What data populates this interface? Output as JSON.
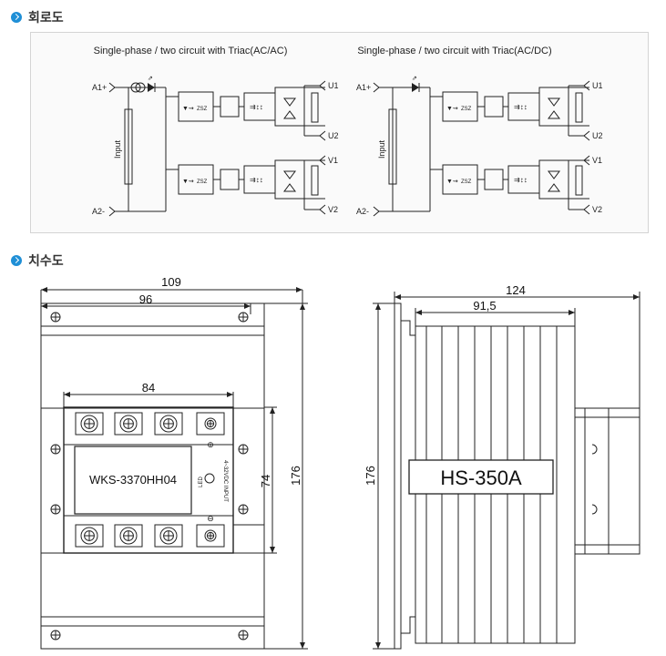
{
  "sections": {
    "circuit": {
      "title": "회로도"
    },
    "dimension": {
      "title": "치수도"
    }
  },
  "circuits": [
    {
      "title": "Single-phase / two circuit  with Triac(AC/AC)",
      "input_label": "Input",
      "terminals_in": [
        "A1+",
        "A2-"
      ],
      "terminals_out": [
        "U1",
        "U2",
        "V1",
        "V2"
      ],
      "zsz": "ZSZ"
    },
    {
      "title": "Single-phase / two circuit  with Triac(AC/DC)",
      "input_label": "Input",
      "terminals_in": [
        "A1+",
        "A2-"
      ],
      "terminals_out": [
        "U1",
        "U2",
        "V1",
        "V2"
      ],
      "zsz": "ZSZ"
    }
  ],
  "front_view": {
    "dim_width_outer": "109",
    "dim_width_inner": "96",
    "dim_width_terminal": "84",
    "dim_height_terminal": "74",
    "dim_height_total": "176",
    "model": "WKS-3370HH04",
    "led_label": "LED",
    "input_label": "4~32VDC INPUT",
    "plus": "⊕",
    "minus": "⊖"
  },
  "side_view": {
    "dim_width_outer": "124",
    "dim_width_inner": "91,5",
    "dim_height_total": "176",
    "heatsink_model": "HS-350A"
  },
  "colors": {
    "accent": "#1f8fd6",
    "line": "#222222",
    "panel_border": "#d4d4d4"
  }
}
